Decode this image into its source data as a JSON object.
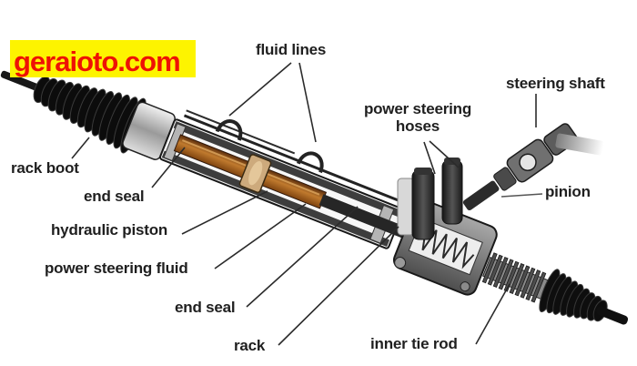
{
  "watermark": {
    "text": "geraioto.com"
  },
  "colors": {
    "watermark_bg": "#fdf400",
    "watermark_text": "#ee1205",
    "label_text": "#1f1f1f",
    "leader_line": "#2b2b2b",
    "steering_fluid": "#c07a2e",
    "piston": "#cdaa7c",
    "metal": "#c9c9c9",
    "rubber_boot": "#0c0c0c",
    "background": "#ffffff"
  },
  "labels": {
    "fluid_lines": "fluid lines",
    "steering_shaft": "steering shaft",
    "power_steering_hoses": "power steering hoses",
    "rack_boot": "rack boot",
    "end_seal_upper": "end seal",
    "hydraulic_piston": "hydraulic piston",
    "power_steering_fluid": "power steering fluid",
    "end_seal_lower": "end seal",
    "rack": "rack",
    "inner_tie_rod": "inner tie rod",
    "pinion": "pinion"
  }
}
